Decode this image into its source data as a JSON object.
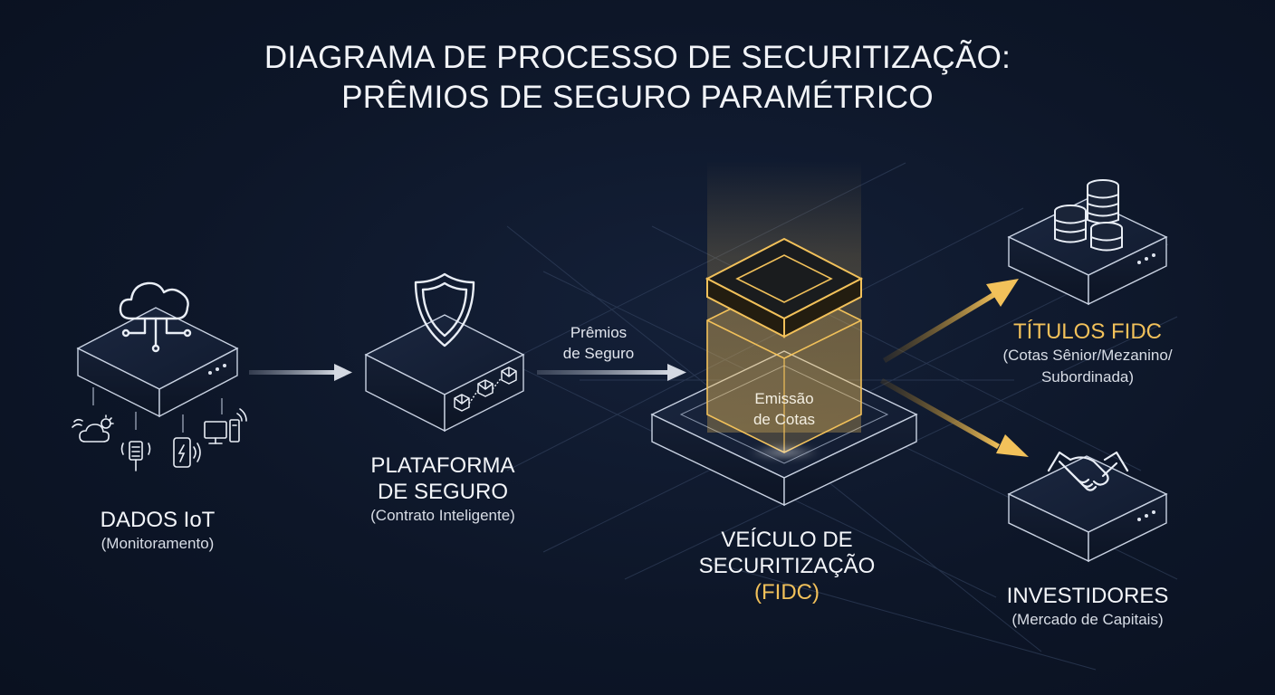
{
  "title_line1": "DIAGRAMA DE PROCESSO DE SECURITIZAÇÃO:",
  "title_line2": "PRÊMIOS DE SEGURO PARAMÉTRICO",
  "nodes": {
    "iot": {
      "name": "DADOS IoT",
      "sub": "(Monitoramento)"
    },
    "platform": {
      "name_line1": "PLATAFORMA",
      "name_line2": "DE SEGURO",
      "sub": "(Contrato Inteligente)"
    },
    "vehicle": {
      "name_line1": "VEÍCULO DE",
      "name_line2": "SECURITIZAÇÃO",
      "name_line3": "(FIDC)",
      "inner_line1": "Emissão",
      "inner_line2": "de Cotas"
    },
    "titles": {
      "name": "TÍTULOS FIDC",
      "sub_line1": "(Cotas Sênior/Mezanino/",
      "sub_line2": "Subordinada)"
    },
    "investors": {
      "name": "INVESTIDORES",
      "sub": "(Mercado de Capitais)"
    }
  },
  "edges": {
    "premium_label_line1": "Prêmios",
    "premium_label_line2": "de Seguro"
  },
  "colors": {
    "background": "#0d1628",
    "gold_accent": "#f2c15a",
    "box_stroke": "#c9d2e2",
    "arrow_silver": "#c7cdd8"
  },
  "icons": [
    "cloud-network-icon",
    "weather-icon",
    "sensor-icon",
    "smartphone-icon",
    "computer-icon",
    "shield-icon",
    "blockchain-blocks-icon",
    "coin-stacks-icon",
    "handshake-icon"
  ]
}
